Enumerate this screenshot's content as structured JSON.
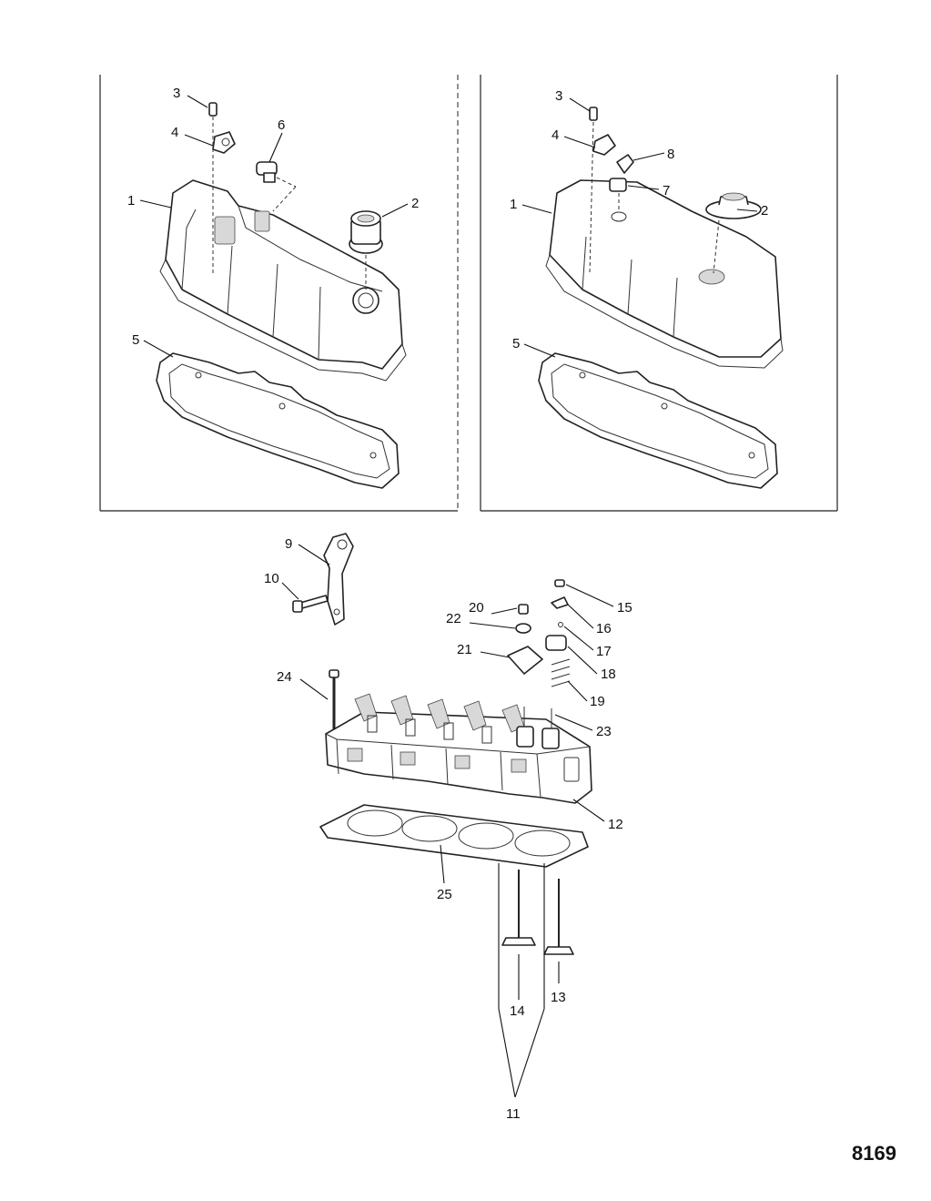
{
  "figure_number": "8169",
  "panels": [
    {
      "id": "left",
      "callouts": [
        "1",
        "2",
        "3",
        "4",
        "5",
        "6"
      ]
    },
    {
      "id": "right",
      "callouts": [
        "1",
        "2",
        "3",
        "4",
        "5",
        "7",
        "8"
      ]
    }
  ],
  "lower_callouts": [
    "9",
    "10",
    "11",
    "12",
    "13",
    "14",
    "15",
    "16",
    "17",
    "18",
    "19",
    "20",
    "21",
    "22",
    "23",
    "24",
    "25"
  ]
}
